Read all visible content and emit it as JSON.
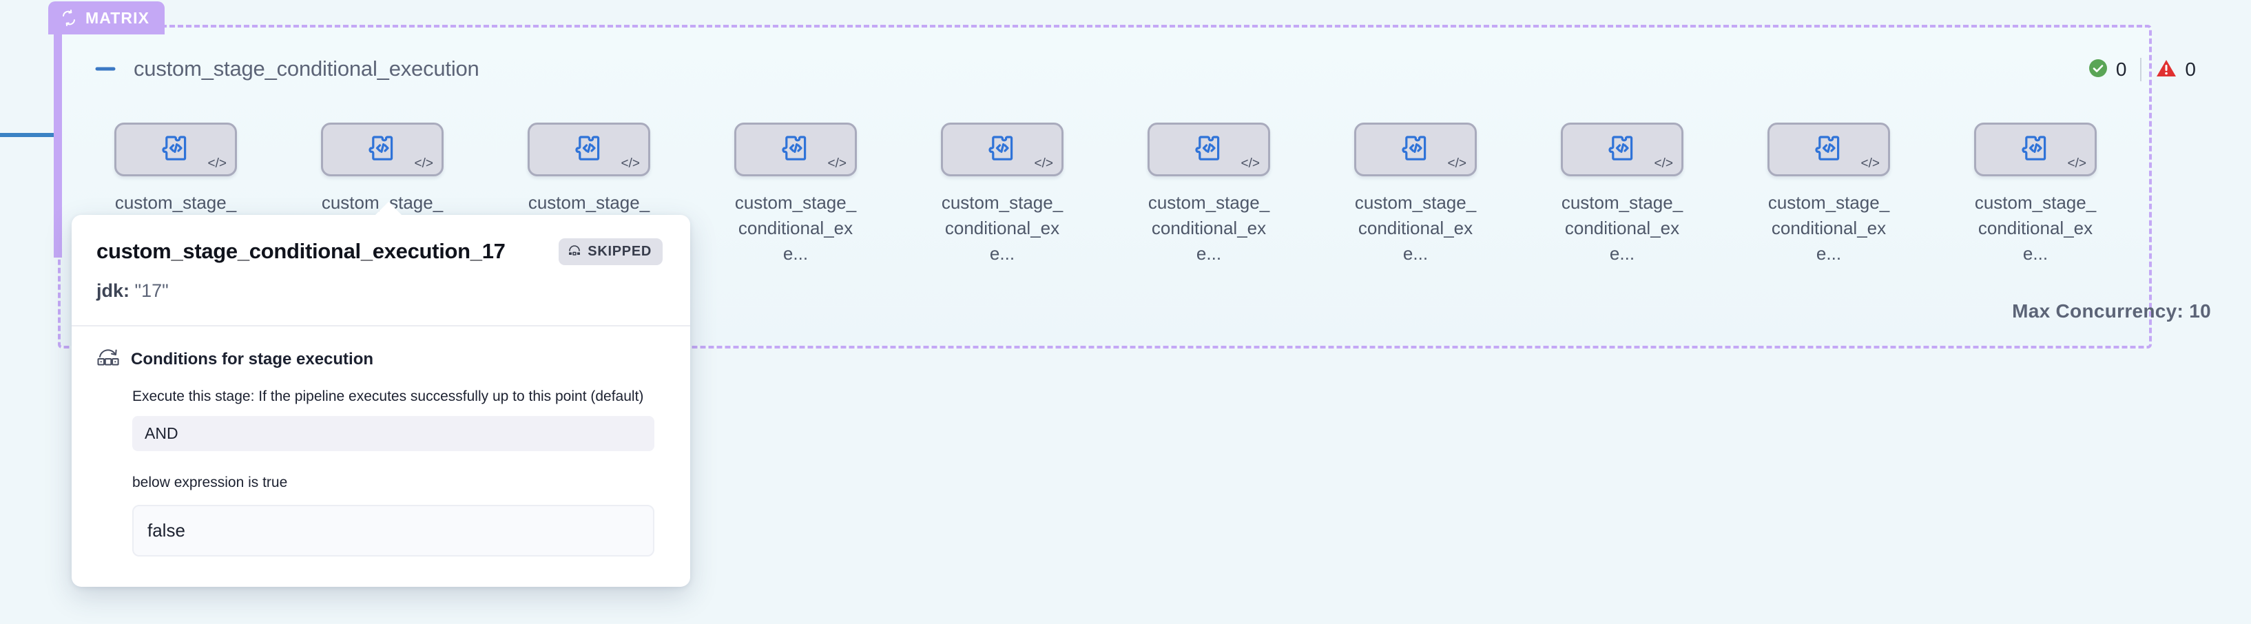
{
  "matrix": {
    "badge_label": "MATRIX",
    "badge_icon": "loop-refresh-icon",
    "badge_color": "#c4a8f5",
    "stage_title": "custom_stage_conditional_execution",
    "collapse_icon": "minus-collapse-icon",
    "max_concurrency": "Max Concurrency: 10"
  },
  "counters": {
    "success_icon": "check-circle-icon",
    "success_color": "#5aa556",
    "success_count": "0",
    "warning_icon": "warning-triangle-icon",
    "warning_color": "#e03030",
    "warning_count": "0"
  },
  "nodes": [
    {
      "label": "custom_stage_conditional_exe...",
      "icon": "puzzle-code-icon",
      "corner_icon": "code-tag-icon"
    },
    {
      "label": "custom_stage_conditional_exe...",
      "icon": "puzzle-code-icon",
      "corner_icon": "code-tag-icon"
    },
    {
      "label": "custom_stage_conditional_exe...",
      "icon": "puzzle-code-icon",
      "corner_icon": "code-tag-icon"
    },
    {
      "label": "custom_stage_conditional_exe...",
      "icon": "puzzle-code-icon",
      "corner_icon": "code-tag-icon"
    },
    {
      "label": "custom_stage_conditional_exe...",
      "icon": "puzzle-code-icon",
      "corner_icon": "code-tag-icon"
    },
    {
      "label": "custom_stage_conditional_exe...",
      "icon": "puzzle-code-icon",
      "corner_icon": "code-tag-icon"
    },
    {
      "label": "custom_stage_conditional_exe...",
      "icon": "puzzle-code-icon",
      "corner_icon": "code-tag-icon"
    },
    {
      "label": "custom_stage_conditional_exe...",
      "icon": "puzzle-code-icon",
      "corner_icon": "code-tag-icon"
    },
    {
      "label": "custom_stage_conditional_exe...",
      "icon": "puzzle-code-icon",
      "corner_icon": "code-tag-icon"
    },
    {
      "label": "custom_stage_conditional_exe...",
      "icon": "puzzle-code-icon",
      "corner_icon": "code-tag-icon"
    }
  ],
  "popover": {
    "title": "custom_stage_conditional_execution_17",
    "status_label": "SKIPPED",
    "status_icon": "skip-arc-icon",
    "param_key": "jdk:",
    "param_value": "\"17\"",
    "conditions_icon": "skip-over-steps-icon",
    "conditions_title": "Conditions for stage execution",
    "execute_desc": "Execute this stage: If the pipeline executes successfully up to this point (default)",
    "operator": "AND",
    "expression_note": "below expression is true",
    "expression_value": "false"
  }
}
